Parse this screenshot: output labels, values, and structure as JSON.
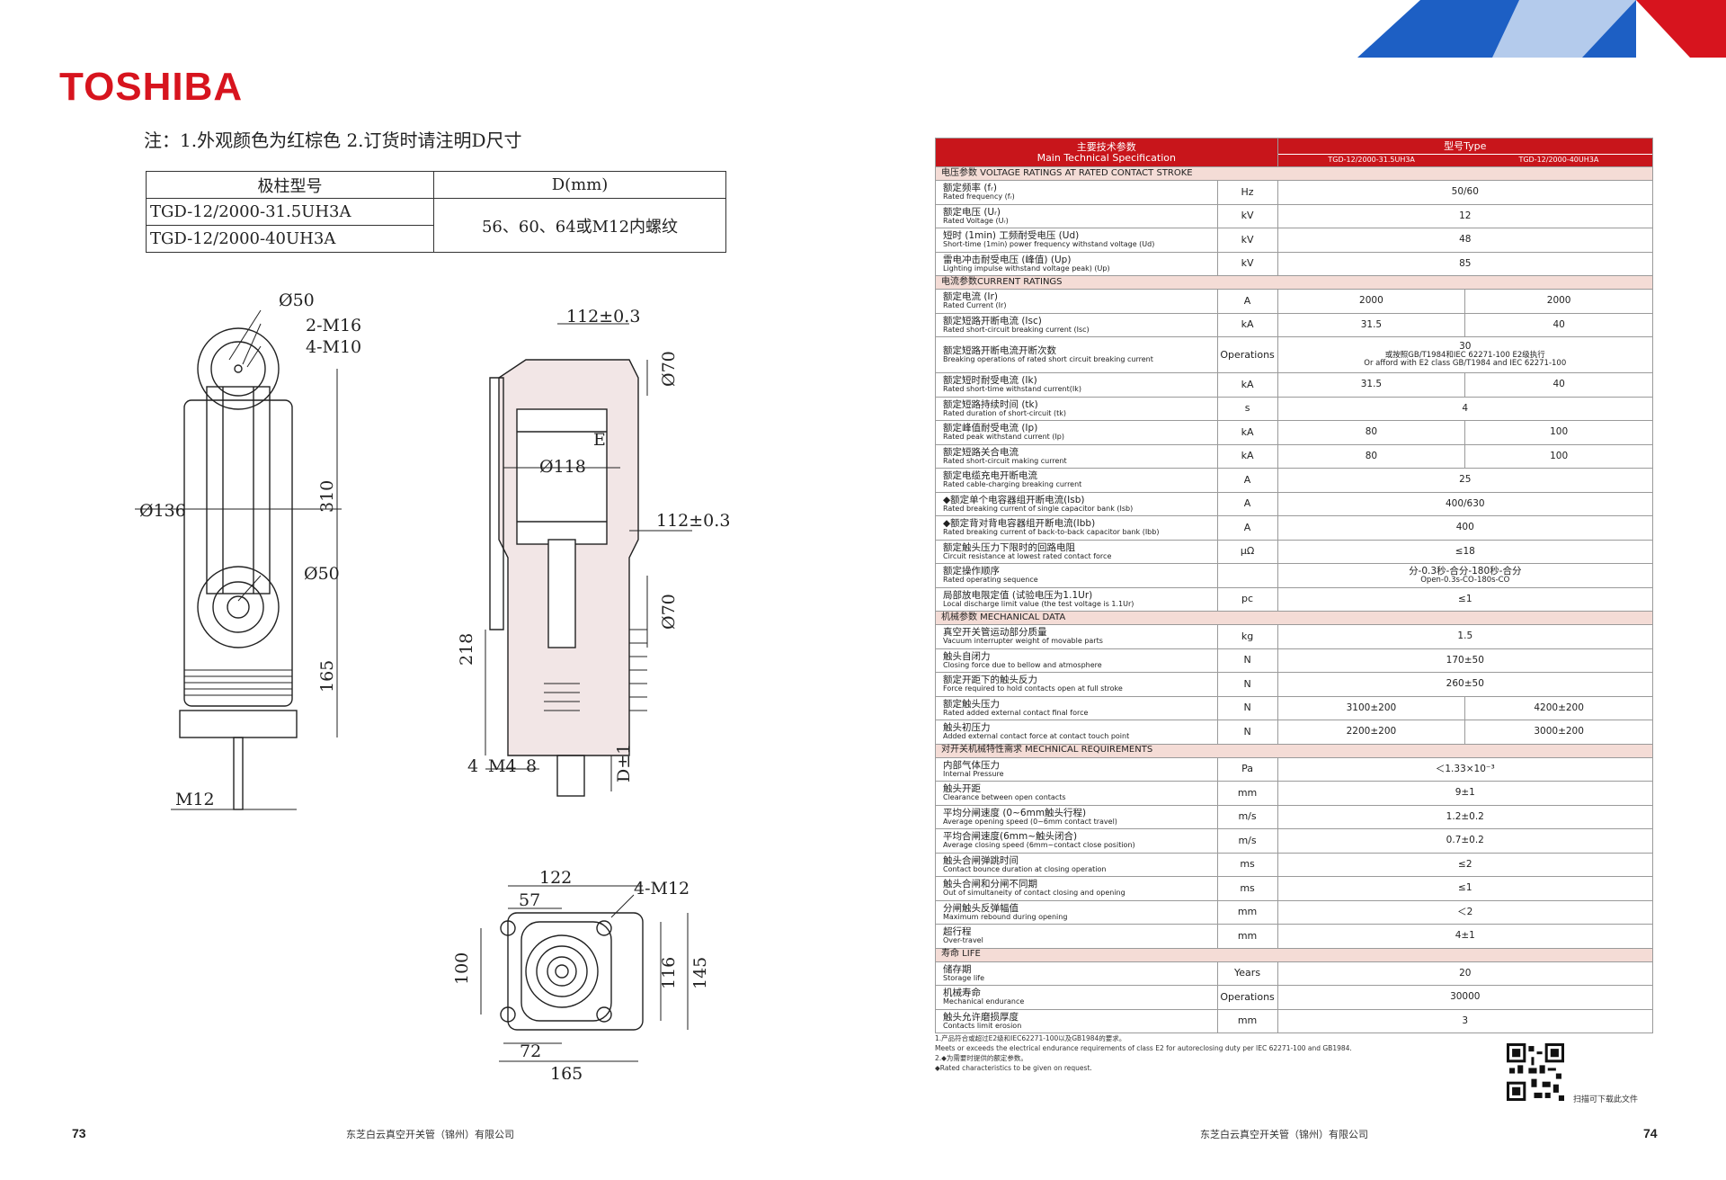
{
  "left": {
    "logo": "TOSHIBA",
    "note": "注：1.外观颜色为红棕色  2.订货时请注明D尺寸",
    "table": {
      "h1": "极柱型号",
      "h2": "D(mm)",
      "r1": "TGD-12/2000-31.5UH3A",
      "r2": "TGD-12/2000-40UH3A",
      "d": "56、60、64或M12内螺纹"
    },
    "dims": {
      "d50a": "Ø50",
      "m16": "2-M16",
      "m10": "4-M10",
      "d136": "Ø136",
      "h310": "310",
      "d50b": "Ø50",
      "h165": "165",
      "m12": "M12",
      "w112a": "112±0.3",
      "d70a": "Ø70",
      "d118": "Ø118",
      "e": "E",
      "w112b": "112±0.3",
      "d70b": "Ø70",
      "h218": "218",
      "m4": "M4",
      "four": "4",
      "eight": "8",
      "d1": "D±1",
      "w122": "122",
      "w57": "57",
      "m12b": "4-M12",
      "h100": "100",
      "h116": "116",
      "h145": "145",
      "w72": "72",
      "w165": "165"
    },
    "page_number": "73",
    "company": "东芝白云真空开关管（锦州）有限公司"
  },
  "right": {
    "header": {
      "spec_zh": "主要技术参数",
      "spec_en": "Main Technical Specification",
      "type": "型号Type",
      "m1": "TGD-12/2000-31.5UH3A",
      "m2": "TGD-12/2000-40UH3A"
    },
    "sections": [
      {
        "title": "电压参数 VOLTAGE RATINGS AT RATED CONTACT STROKE",
        "rows": [
          {
            "zh": "额定频率 (fᵣ)",
            "en": "Rated frequency (fᵣ)",
            "unit": "Hz",
            "v": "50/60"
          },
          {
            "zh": "额定电压 (Uᵣ)",
            "en": "Rated Voltage (Uᵣ)",
            "unit": "kV",
            "v": "12"
          },
          {
            "zh": "短时 (1min) 工频耐受电压 (Ud)",
            "en": "Short-time (1min) power frequency withstand voltage (Ud)",
            "unit": "kV",
            "v": "48"
          },
          {
            "zh": "雷电冲击耐受电压 (峰值) (Up)",
            "en": "Lighting impulse withstand voltage peak) (Up)",
            "unit": "kV",
            "v": "85"
          }
        ]
      },
      {
        "title": "电流参数CURRENT RATINGS",
        "rows": [
          {
            "zh": "额定电流 (Ir)",
            "en": "Rated Current (Ir)",
            "unit": "A",
            "v1": "2000",
            "v2": "2000"
          },
          {
            "zh": "额定短路开断电流 (Isc)",
            "en": "Rated short-circuit breaking current (Isc)",
            "unit": "kA",
            "v1": "31.5",
            "v2": "40"
          },
          {
            "zh": "额定短路开断电流开断次数",
            "en": "Breaking operations of rated short circuit breaking current",
            "unit": "Operations",
            "v": "30",
            "v_extra1": "或按照GB/T1984和IEC 62271-100 E2级执行",
            "v_extra2": "Or afford with E2 class GB/T1984 and IEC 62271-100"
          },
          {
            "zh": "额定短时耐受电流 (Ik)",
            "en": "Rated short-time withstand current(Ik)",
            "unit": "kA",
            "v1": "31.5",
            "v2": "40"
          },
          {
            "zh": "额定短路持续时间 (tk)",
            "en": "Rated duration of short-circuit (tk)",
            "unit": "s",
            "v": "4"
          },
          {
            "zh": "额定峰值耐受电流 (Ip)",
            "en": "Rated peak withstand current (Ip)",
            "unit": "kA",
            "v1": "80",
            "v2": "100"
          },
          {
            "zh": "额定短路关合电流",
            "en": "Rated short-circuit making current",
            "unit": "kA",
            "v1": "80",
            "v2": "100"
          },
          {
            "zh": "额定电缆充电开断电流",
            "en": "Rated cable-charging breaking current",
            "unit": "A",
            "v": "25"
          },
          {
            "zh": "◆额定单个电容器组开断电流(Isb)",
            "en": "Rated breaking current of single capacitor bank (Isb)",
            "unit": "A",
            "v": "400/630"
          },
          {
            "zh": "◆额定背对背电容器组开断电流(Ibb)",
            "en": "Rated breaking current of back-to-back capacitor bank (Ibb)",
            "unit": "A",
            "v": "400"
          },
          {
            "zh": "额定触头压力下限时的回路电阻",
            "en": "Circuit resistance at lowest rated contact force",
            "unit": "μΩ",
            "v": "≤18"
          },
          {
            "zh": "额定操作顺序",
            "en": "Rated operating sequence",
            "unit": "",
            "v": "分-0.3秒-合分-180秒-合分",
            "v_extra1": "Open-0.3s-CO-180s-CO"
          },
          {
            "zh": "局部放电限定值 (试验电压为1.1Ur)",
            "en": "Local discharge limit value (the test voltage is 1.1Ur)",
            "unit": "pc",
            "v": "≤1"
          }
        ]
      },
      {
        "title": "机械参数 MECHANICAL DATA",
        "rows": [
          {
            "zh": "真空开关管运动部分质量",
            "en": "Vacuum interrupter weight of movable parts",
            "unit": "kg",
            "v": "1.5"
          },
          {
            "zh": "触头自闭力",
            "en": "Closing force due to bellow and atmosphere",
            "unit": "N",
            "v": "170±50"
          },
          {
            "zh": "额定开距下的触头反力",
            "en": "Force required to hold contacts open at full stroke",
            "unit": "N",
            "v": "260±50"
          },
          {
            "zh": "额定触头压力",
            "en": "Rated added external contact final force",
            "unit": "N",
            "v1": "3100±200",
            "v2": "4200±200"
          },
          {
            "zh": "触头初压力",
            "en": "Added external contact force at contact touch point",
            "unit": "N",
            "v1": "2200±200",
            "v2": "3000±200"
          }
        ]
      },
      {
        "title": "对开关机械特性需求 MECHNICAL REQUIREMENTS",
        "rows": [
          {
            "zh": "内部气体压力",
            "en": "Internal Pressure",
            "unit": "Pa",
            "v": "＜1.33×10⁻³"
          },
          {
            "zh": "触头开距",
            "en": "Clearance between open contacts",
            "unit": "mm",
            "v": "9±1"
          },
          {
            "zh": "平均分闸速度 (0~6mm触头行程)",
            "en": "Average opening speed (0~6mm contact travel)",
            "unit": "m/s",
            "v": "1.2±0.2"
          },
          {
            "zh": "平均合闸速度(6mm~触头闭合)",
            "en": "Average closing speed (6mm~contact close position)",
            "unit": "m/s",
            "v": "0.7±0.2"
          },
          {
            "zh": "触头合闸弹跳时间",
            "en": "Contact bounce duration at closing operation",
            "unit": "ms",
            "v": "≤2"
          },
          {
            "zh": "触头合闸和分闸不同期",
            "en": "Out of simultaneity of contact closing and opening",
            "unit": "ms",
            "v": "≤1"
          },
          {
            "zh": "分闸触头反弹幅值",
            "en": "Maximum rebound during opening",
            "unit": "mm",
            "v": "＜2"
          },
          {
            "zh": "超行程",
            "en": "Over-travel",
            "unit": "mm",
            "v": "4±1"
          }
        ]
      },
      {
        "title": "寿命 LIFE",
        "rows": [
          {
            "zh": "储存期",
            "en": "Storage life",
            "unit": "Years",
            "v": "20"
          },
          {
            "zh": "机械寿命",
            "en": "Mechanical endurance",
            "unit": "Operations",
            "v": "30000"
          },
          {
            "zh": "触头允许磨损厚度",
            "en": "Contacts limit erosion",
            "unit": "mm",
            "v": "3"
          }
        ]
      }
    ],
    "footnotes": {
      "f1": "1.产品符合或超过E2级和IEC62271-100以及GB1984的要求。",
      "f1en": "Meets or exceeds the electrical endurance requirements of class E2 for autoreclosing duty per IEC 62271-100 and GB1984.",
      "f2": "2.◆为需要时提供的额定参数。",
      "f2en": "◆Rated characteristics to be given on request."
    },
    "qr_caption": "扫描可下载此文件",
    "company": "东芝白云真空开关管（锦州）有限公司",
    "page_number": "74",
    "colors": {
      "red": "#c8151b",
      "blue": "#1d5fc4",
      "section": "#f4dcd6"
    }
  }
}
